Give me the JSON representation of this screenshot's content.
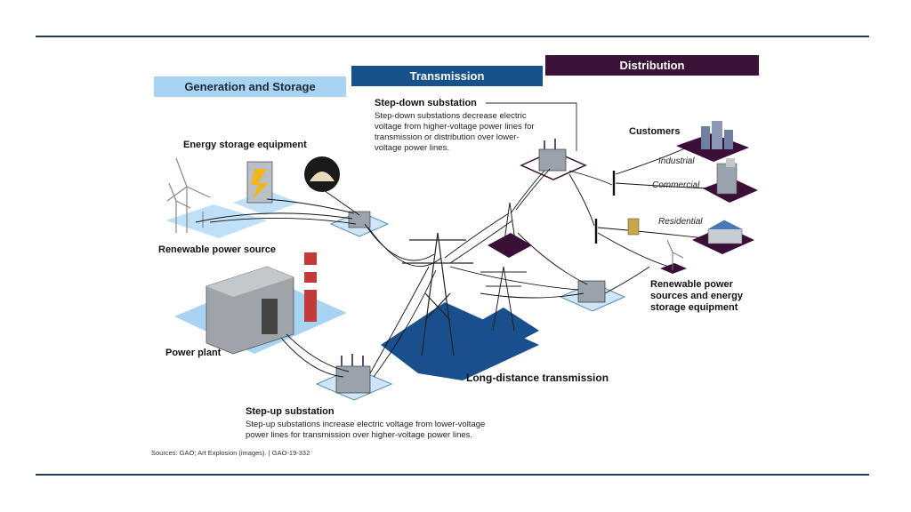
{
  "bands": {
    "generation": "Generation and Storage",
    "transmission": "Transmission",
    "distribution": "Distribution"
  },
  "labels": {
    "energy_storage": "Energy storage equipment",
    "renewable_source": "Renewable power source",
    "power_plant": "Power plant",
    "step_down_title": "Step-down substation",
    "step_down_desc": "Step-down substations decrease electric voltage from higher-voltage power lines for transmission or distribution over lower-voltage power lines.",
    "long_distance": "Long-distance transmission",
    "step_up_title": "Step-up substation",
    "step_up_desc": "Step-up substations increase electric voltage from lower-voltage power lines for transmission over higher-voltage power lines.",
    "customers": "Customers",
    "industrial": "Industrial",
    "commercial": "Commercial",
    "residential": "Residential",
    "renewable_storage": "Renewable power sources and energy storage equipment"
  },
  "source": "Sources: GAO; Art Explosion (images). | GAO-19-332",
  "colors": {
    "rule": "#1f3b5c",
    "generation_band": "#a9d3f2",
    "transmission_band": "#17508a",
    "distribution_band": "#3a1237",
    "transmission_ground": "#1a4f8d",
    "distribution_ground": "#3b0f38"
  }
}
